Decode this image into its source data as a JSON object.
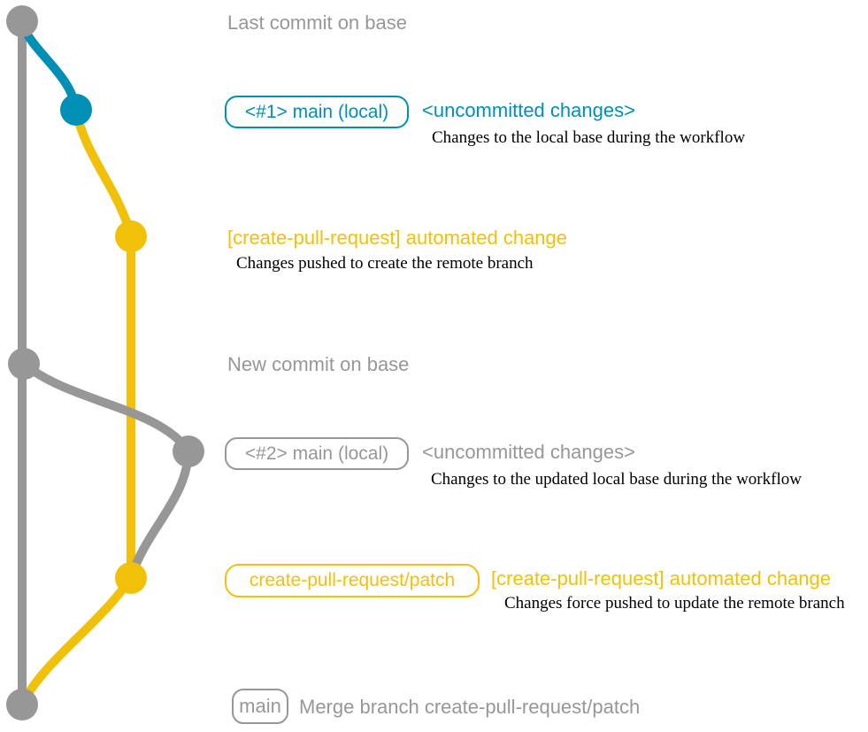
{
  "colors": {
    "base_gray": "#979797",
    "local_blue": "#008fb5",
    "patch_yellow": "#f1c109",
    "note_black": "#000000",
    "background": "#ffffff"
  },
  "commits": {
    "c1": {
      "label": "Last commit on base"
    },
    "c2": {
      "badge": "<#1> main (local)",
      "message": "<uncommitted changes>",
      "note": "Changes to the local base during the workflow"
    },
    "c3": {
      "message": "[create-pull-request] automated change",
      "note": "Changes pushed to create the remote branch"
    },
    "c4": {
      "label": "New commit on base"
    },
    "c5": {
      "badge": "<#2> main (local)",
      "message": "<uncommitted changes>",
      "note": "Changes to the updated local base during the workflow"
    },
    "c6": {
      "badge": "create-pull-request/patch",
      "message": "[create-pull-request] automated change",
      "note": "Changes force pushed to update the remote branch"
    },
    "c7": {
      "badge": "main",
      "message": "Merge branch create-pull-request/patch"
    }
  }
}
